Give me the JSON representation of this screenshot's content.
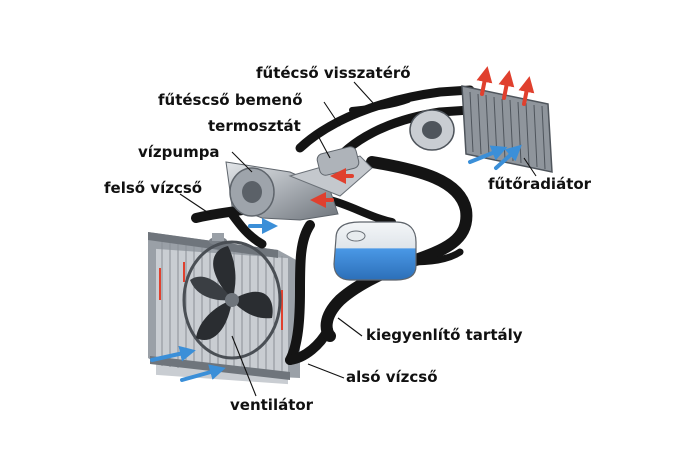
{
  "labels": {
    "heater_return_hose": "fűtécső visszatérő",
    "heater_inlet_hose": "fűtéscső bemenő",
    "thermostat": "termosztát",
    "water_pump": "vízpumpa",
    "upper_hose": "felső vízcső",
    "heater_core": "fűtőradiátor",
    "expansion_tank": "kiegyenlítő tartály",
    "lower_hose": "alsó vízcső",
    "fan": "ventilátor"
  },
  "colors": {
    "hose": "#141414",
    "hot_arrow": "#e0402e",
    "cold_arrow": "#3b8fd8",
    "coolant": "#3f8fe0",
    "metal": "#b9bec4",
    "radiator_frame": "#8e949b"
  }
}
